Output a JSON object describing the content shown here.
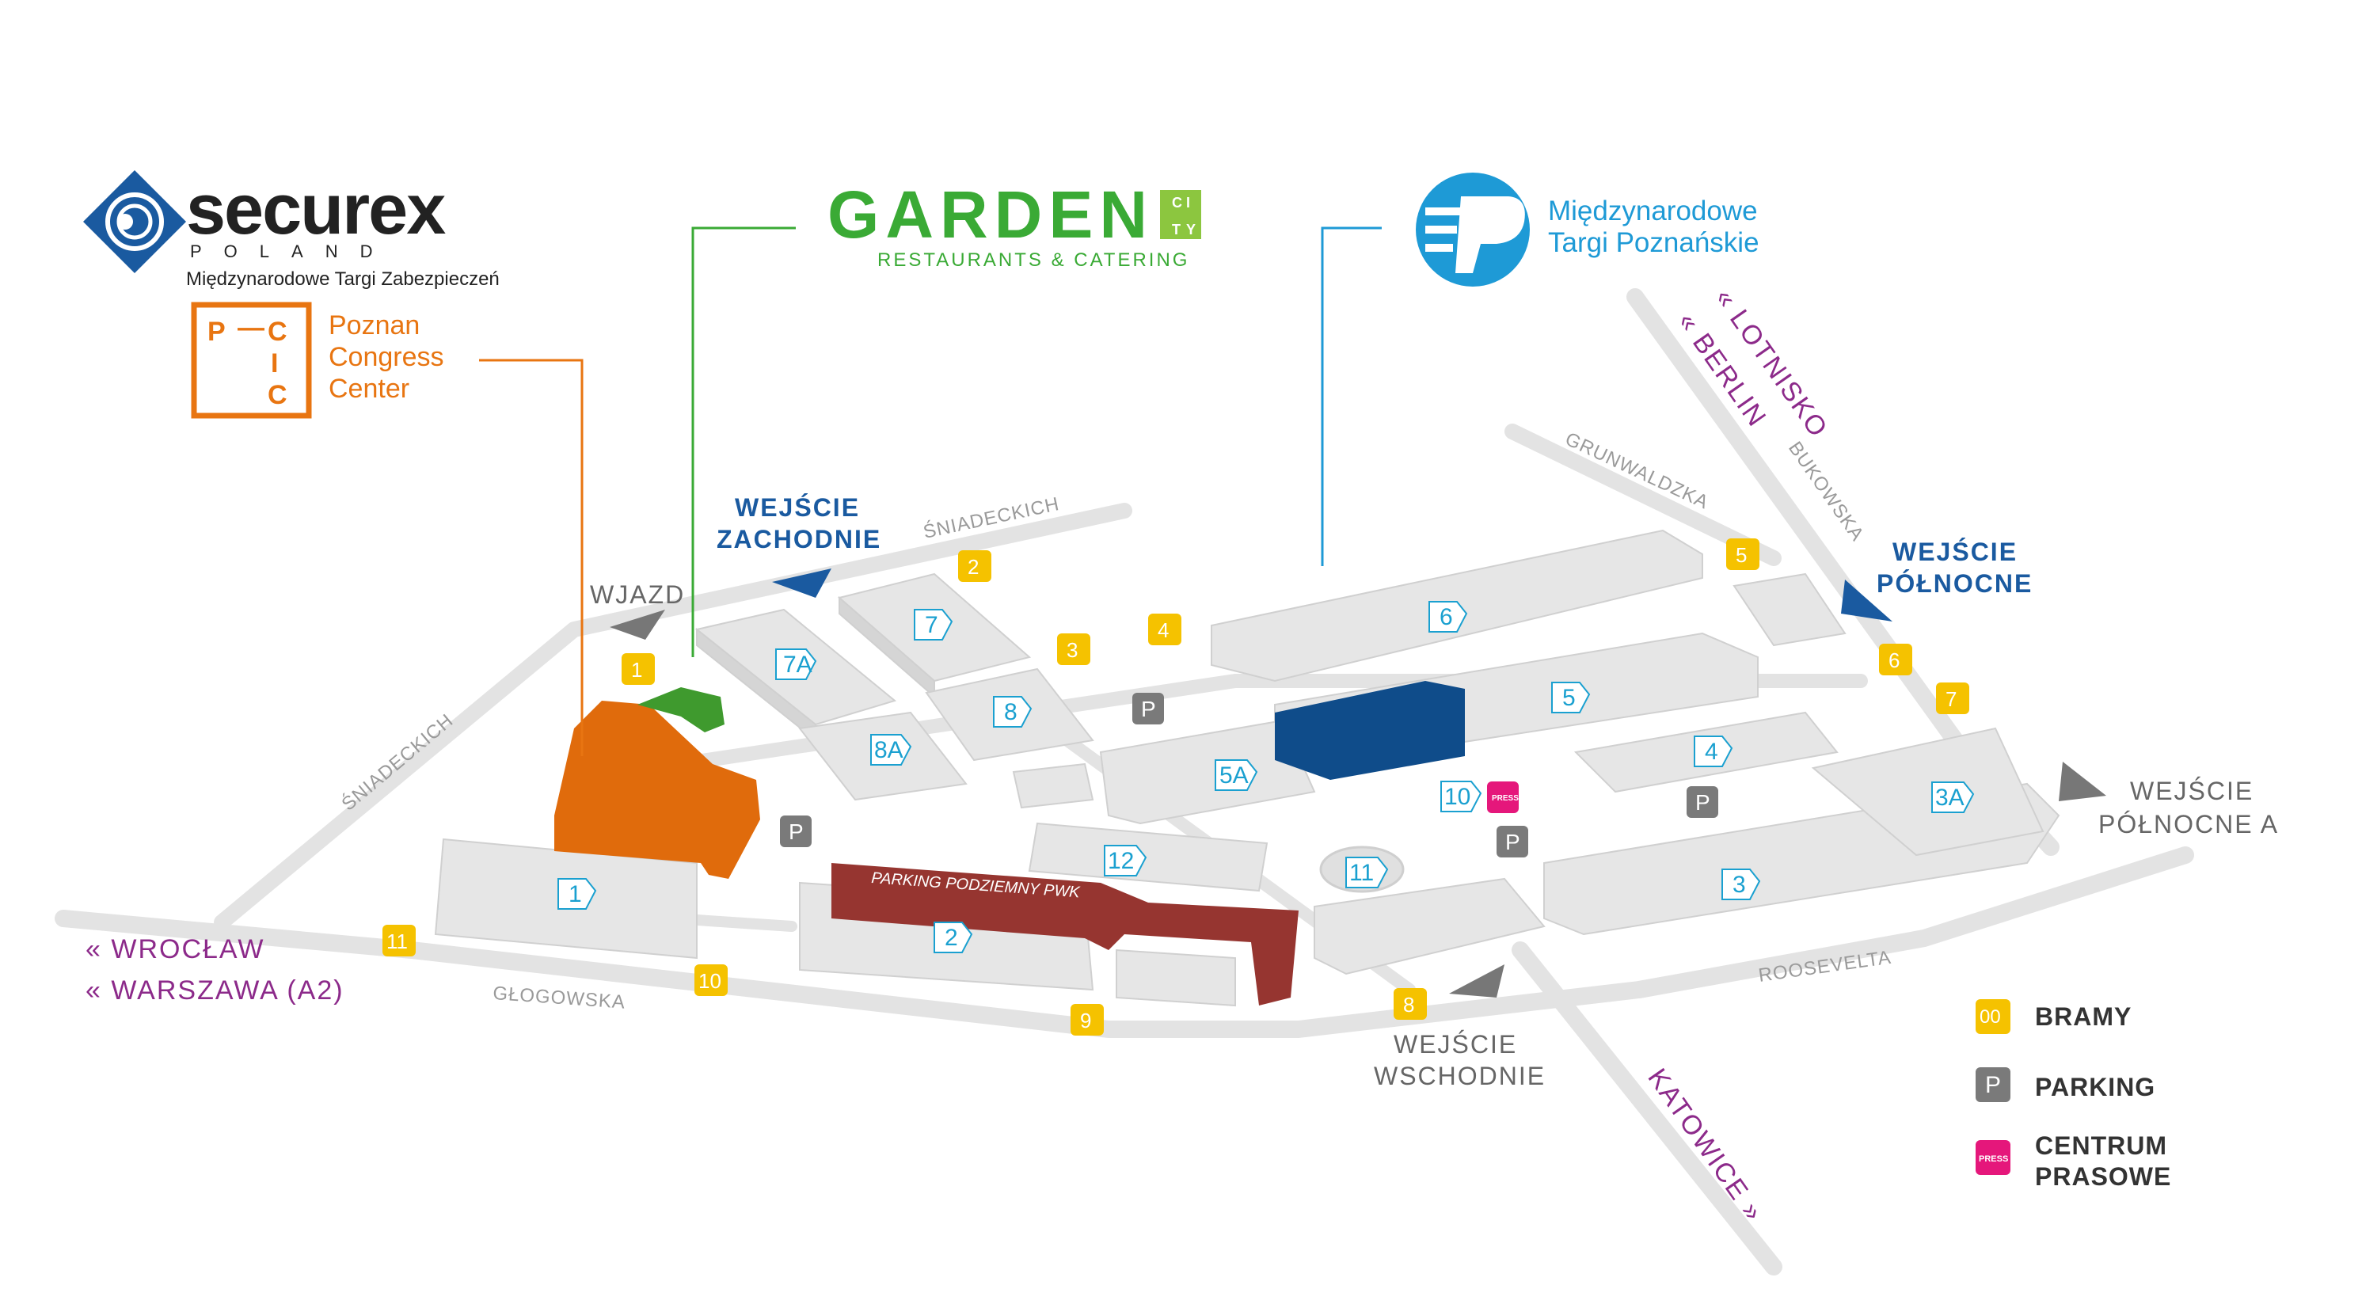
{
  "logos": {
    "securex": {
      "name": "securex",
      "sub": "POLAND",
      "tagline": "Międzynarodowe Targi Zabezpieczeń"
    },
    "garden": {
      "name": "GARDEN",
      "city": "CITY",
      "sub": "RESTAURANTS & CATERING"
    },
    "pcc": {
      "mark": "P C C",
      "lines": [
        "Poznan",
        "Congress",
        "Center"
      ]
    },
    "mtp": {
      "lines": [
        "Międzynarodowe",
        "Targi Poznańskie"
      ]
    }
  },
  "colors": {
    "securex": "#1a5aa0",
    "garden_green": "#3aaa35",
    "garden_lime": "#8cc63f",
    "pcc_orange": "#e87511",
    "mtp_blue": "#1e9ad6",
    "hall_blue": "#0f4c8a",
    "parking_red": "#963530",
    "gate_yellow": "#f5c200",
    "parking_grey": "#7a7a7a",
    "press_magenta": "#e5177b",
    "entrance_blue": "#1a5aa0",
    "direction_purple": "#8c2a8a",
    "building_grey": "#e4e4e4"
  },
  "streets": [
    "ŚNIADECKICH",
    "ŚNIADECKICH",
    "GRUNWALDZKA",
    "BUKOWSKA",
    "GŁOGOWSKA",
    "ROOSEVELTA"
  ],
  "entrances": {
    "wjazd": "WJAZD",
    "west": [
      "WEJŚCIE",
      "ZACHODNIE"
    ],
    "north": [
      "WEJŚCIE",
      "PÓŁNOCNE"
    ],
    "north_a": [
      "WEJŚCIE",
      "PÓŁNOCNE A"
    ],
    "east": [
      "WEJŚCIE",
      "WSCHODNIE"
    ]
  },
  "directions": {
    "lotnisko": "« LOTNISKO",
    "berlin": "« BERLIN",
    "wroclaw": "« WROCŁAW",
    "warszawa": "« WARSZAWA (A2)",
    "katowice": "KATOWICE »"
  },
  "halls": [
    "7A",
    "7",
    "8",
    "8A",
    "6",
    "5",
    "5A",
    "4",
    "3A",
    "3",
    "1",
    "2",
    "12",
    "11",
    "10"
  ],
  "gates": [
    "1",
    "2",
    "3",
    "4",
    "5",
    "6",
    "7",
    "8",
    "9",
    "10",
    "11"
  ],
  "parking_label": "P",
  "underground_parking": "PARKING PODZIEMNY PWK",
  "press_label": "PRESS",
  "legend": {
    "gates": {
      "icon": "00",
      "label": "BRAMY"
    },
    "parking": {
      "icon": "P",
      "label": "PARKING"
    },
    "press": {
      "icon": "PRESS",
      "label": [
        "CENTRUM",
        "PRASOWE"
      ]
    }
  }
}
